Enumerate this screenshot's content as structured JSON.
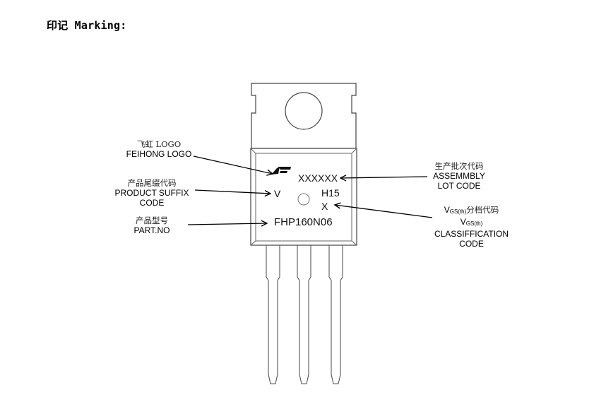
{
  "heading": "印记 Marking:",
  "package_marking": {
    "lot_code": "XXXXXX",
    "suffix": "V",
    "h_code": "H15",
    "class_code": "X",
    "part_number": "FHP160N06"
  },
  "callouts": {
    "logo": {
      "cn": "飞虹 LOGO",
      "en": "FEIHONG LOGO"
    },
    "suffix": {
      "cn": "产品尾缀代码",
      "en1": "PRODUCT SUFFIX",
      "en2": "CODE"
    },
    "part": {
      "cn": "产品型号",
      "en": "PART.NO"
    },
    "lot": {
      "cn": "生产批次代码",
      "en1": "ASSEMMBLY",
      "en2": "LOT CODE"
    },
    "vgs": {
      "v": "V",
      "sub": "GS(th)",
      "cn": "分档代码",
      "v2": "V",
      "sub2": "GS(th)",
      "en1": "CLASSIFFICATION",
      "en2": "CODE"
    }
  },
  "icons": {
    "logo": "feihong-logo-icon"
  }
}
